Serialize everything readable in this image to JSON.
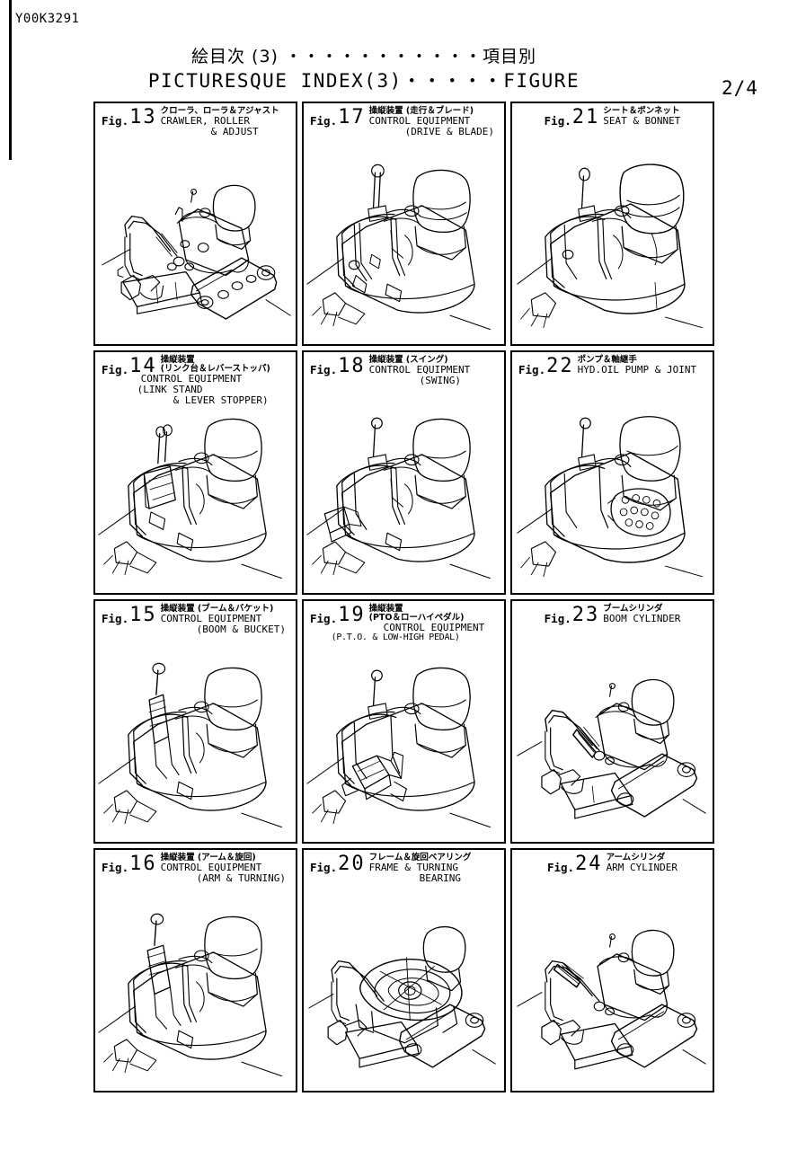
{
  "document": {
    "doc_id": "Y00K3291",
    "title_jp": "絵目次 (3) ・・・・・・・・・・・項目別",
    "title_en": "PICTURESQUE  INDEX(3)・・・・・FIGURE",
    "page_number": "2/4"
  },
  "figures": [
    {
      "fig_word": "Fig.",
      "number": "13",
      "jp": "クローラ、ローラ＆アジャスト",
      "en_lines": [
        "CRAWLER, ROLLER",
        "& ADJUST"
      ],
      "art": "excavator-full"
    },
    {
      "fig_word": "Fig.",
      "number": "17",
      "jp": "操縦装置 (走行＆ブレード)",
      "en_lines": [
        "CONTROL  EQUIPMENT",
        "(DRIVE  &  BLADE)"
      ],
      "art": "cab-controls"
    },
    {
      "fig_word": "Fig.",
      "number": "21",
      "jp": "シート＆ボンネット",
      "en_lines": [
        "SEAT  &  BONNET"
      ],
      "art": "seat-bonnet"
    },
    {
      "fig_word": "Fig.",
      "number": "14",
      "jp": "操縦装置",
      "jp2": "(リンク台＆レバーストッパ)",
      "en_lines": [
        "CONTROL  EQUIPMENT",
        "(LINK  STAND",
        "&  LEVER  STOPPER)"
      ],
      "art": "cab-controls"
    },
    {
      "fig_word": "Fig.",
      "number": "18",
      "jp": "操縦装置 (スイング)",
      "en_lines": [
        "CONTROL  EQUIPMENT",
        "(SWING)"
      ],
      "art": "cab-controls"
    },
    {
      "fig_word": "Fig.",
      "number": "22",
      "jp": "ポンプ＆軸継手",
      "en_lines": [
        "HYD.OIL  PUMP  &  JOINT"
      ],
      "art": "pump-joint"
    },
    {
      "fig_word": "Fig.",
      "number": "15",
      "jp": "操縦装置 (ブーム＆バケット)",
      "en_lines": [
        "CONTROL  EQUIPMENT",
        "(BOOM  &  BUCKET)"
      ],
      "art": "cab-controls"
    },
    {
      "fig_word": "Fig.",
      "number": "19",
      "jp": "操縦装置",
      "jp2": "(PTO＆ローハイペダル)",
      "en_lines": [
        "CONTROL  EQUIPMENT",
        "(P.T.O.  &  LOW-HIGH PEDAL)"
      ],
      "art": "cab-controls"
    },
    {
      "fig_word": "Fig.",
      "number": "23",
      "jp": "ブームシリンダ",
      "en_lines": [
        "BOOM  CYLINDER"
      ],
      "art": "excavator-full"
    },
    {
      "fig_word": "Fig.",
      "number": "16",
      "jp": "操縦装置 (アーム＆旋回)",
      "en_lines": [
        "CONTROL  EQUIPMENT",
        "(ARM  &  TURNING)"
      ],
      "art": "cab-controls"
    },
    {
      "fig_word": "Fig.",
      "number": "20",
      "jp": "フレーム＆旋回ベアリング",
      "en_lines": [
        "FRAME  &  TURNING",
        "BEARING"
      ],
      "art": "frame-turning"
    },
    {
      "fig_word": "Fig.",
      "number": "24",
      "jp": "アームシリンダ",
      "en_lines": [
        "ARM  CYLINDER"
      ],
      "art": "excavator-full"
    }
  ]
}
